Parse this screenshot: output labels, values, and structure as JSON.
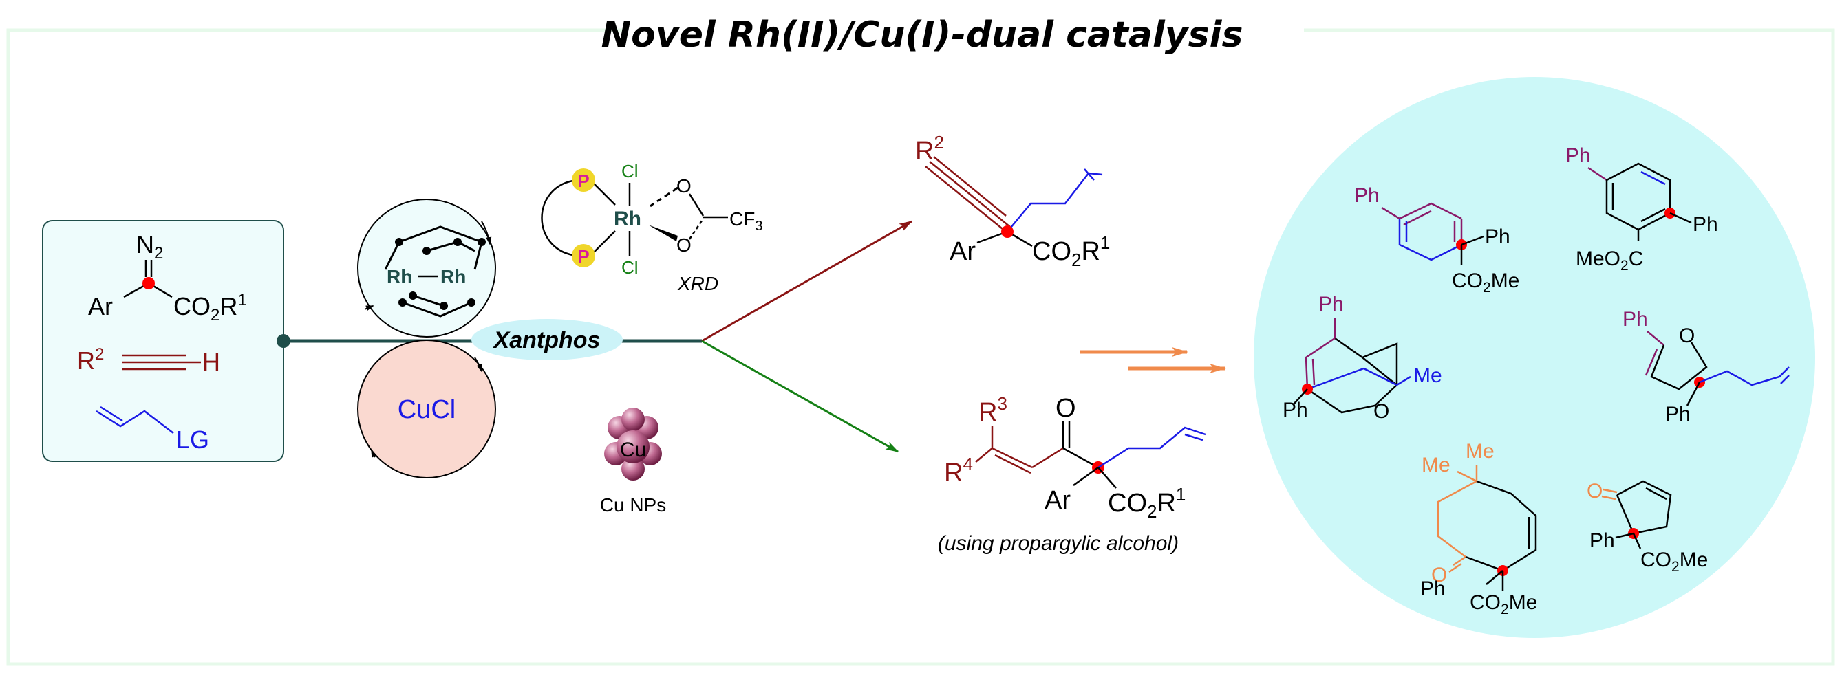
{
  "title": "Novel Rh(II)/Cu(I)-dual catalysis",
  "colors": {
    "frame": "#e6f9ea",
    "teal": "#1f4e4a",
    "darkred": "#8b1414",
    "blue": "#1a1ae6",
    "green": "#158015",
    "orange": "#f08a4b",
    "purple": "#8a1a6a",
    "reddot": "#ff0000",
    "circle_fill": "#ccf8f8"
  },
  "reactants": {
    "diazo_n2": "N",
    "diazo_n2_sub": "2",
    "diazo_ar": "Ar",
    "diazo_co2": "CO",
    "diazo_co2_sub": "2",
    "diazo_r": "R",
    "diazo_r_sup": "1",
    "alkyne_r": "R",
    "alkyne_r_sup": "2",
    "alkyne_h": "H",
    "allyl_lg": "LG"
  },
  "catalysts": {
    "rh_left": "Rh",
    "rh_right": "Rh",
    "cucl": "CuCl",
    "xantphos": "Xantphos",
    "p_top": "P",
    "p_bottom": "P",
    "rh_complex": "Rh",
    "cl_top": "Cl",
    "cl_bottom": "Cl",
    "o_top": "O",
    "o_bottom": "O",
    "cf3": "CF",
    "cf3_sub": "3",
    "xrd": "XRD",
    "cu_np": "Cu",
    "cu_nps": "Cu NPs"
  },
  "products": {
    "top_r": "R",
    "top_r_sup": "2",
    "top_ar": "Ar",
    "top_co2": "CO",
    "top_co2_sub": "2",
    "top_r1": "R",
    "top_r1_sup": "1",
    "bot_r3": "R",
    "bot_r3_sup": "3",
    "bot_o": "O",
    "bot_r4": "R",
    "bot_r4_sup": "4",
    "bot_ar": "Ar",
    "bot_co2": "CO",
    "bot_co2_sub": "2",
    "bot_r1": "R",
    "bot_r1_sup": "1",
    "bot_note": "(using propargylic alcohol)"
  },
  "derivatives": {
    "ph": "Ph",
    "co2me_co": "CO",
    "co2me_sub": "2",
    "co2me_me": "Me",
    "meo2c_meo": "MeO",
    "meo2c_sub": "2",
    "meo2c_c": "C",
    "me": "Me",
    "o": "O"
  }
}
